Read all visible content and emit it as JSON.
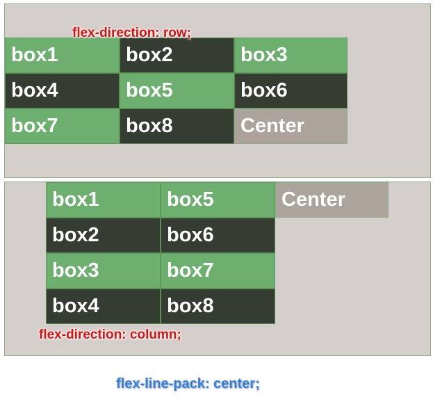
{
  "row_demo": {
    "caption": "flex-direction: row;",
    "boxes": [
      "box1",
      "box2",
      "box3",
      "box4",
      "box5",
      "box6",
      "box7",
      "box8",
      "Center"
    ]
  },
  "column_demo": {
    "caption": "flex-direction: column;",
    "boxes": [
      "box1",
      "box2",
      "box3",
      "box4",
      "box5",
      "box6",
      "box7",
      "box8",
      "Center"
    ]
  },
  "footer": {
    "caption": "flex-line-pack: center;"
  },
  "colors": {
    "panel_bg": "#d5cfcc",
    "box_light": "#6caf6e",
    "box_dark": "#353d33",
    "box_center": "#aca39c",
    "caption_red": "#e00d0d",
    "caption_blue": "#2f7fe3"
  }
}
